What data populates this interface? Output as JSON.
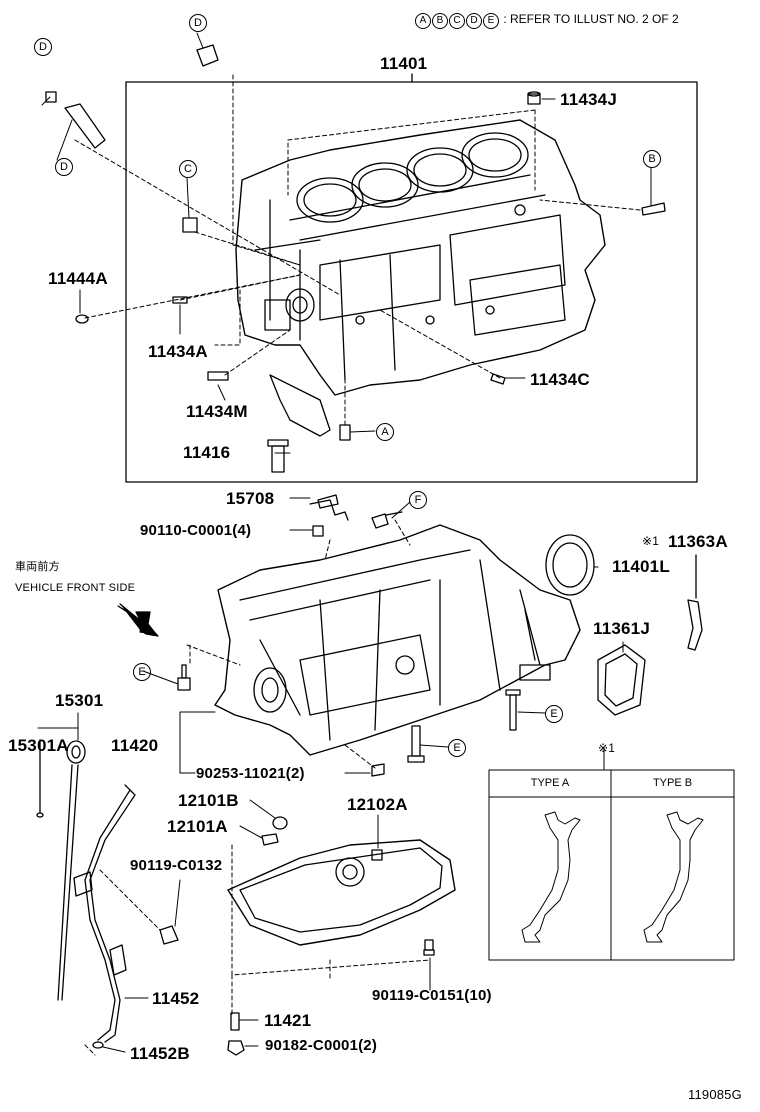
{
  "reference_note": {
    "circles": [
      "A",
      "B",
      "C",
      "D",
      "E"
    ],
    "text": ": REFER TO ILLUST NO. 2 OF 2"
  },
  "callout_letters": {
    "d_top": "D",
    "d_left": "D",
    "d_left_low": "D",
    "c": "C",
    "b": "B",
    "a": "A",
    "f": "F",
    "e1": "E",
    "e2": "E",
    "e3": "E"
  },
  "parts": {
    "p11401": "11401",
    "p11434J": "11434J",
    "p11444A": "11444A",
    "p11434A": "11434A",
    "p11434C": "11434C",
    "p11434M": "11434M",
    "p11416": "11416",
    "p15708": "15708",
    "p90110": "90110-C0001(4)",
    "p11363A": "11363A",
    "p11363A_mark": "※1",
    "p11401L": "11401L",
    "p11361J": "11361J",
    "p15301": "15301",
    "p15301A": "15301A",
    "p11420": "11420",
    "p90253": "90253-11021(2)",
    "p12101B": "12101B",
    "p12101A": "12101A",
    "p12102A": "12102A",
    "p90119_C0132": "90119-C0132",
    "p11452": "11452",
    "p11452B": "11452B",
    "p11421": "11421",
    "p90182": "90182-C0001(2)",
    "p90119_C0151": "90119-C0151(10)"
  },
  "vehicle_front": {
    "japanese": "車両前方",
    "english": "VEHICLE FRONT SIDE"
  },
  "type_table": {
    "mark": "※1",
    "type_a": "TYPE A",
    "type_b": "TYPE B"
  },
  "figure_id": "119085G"
}
